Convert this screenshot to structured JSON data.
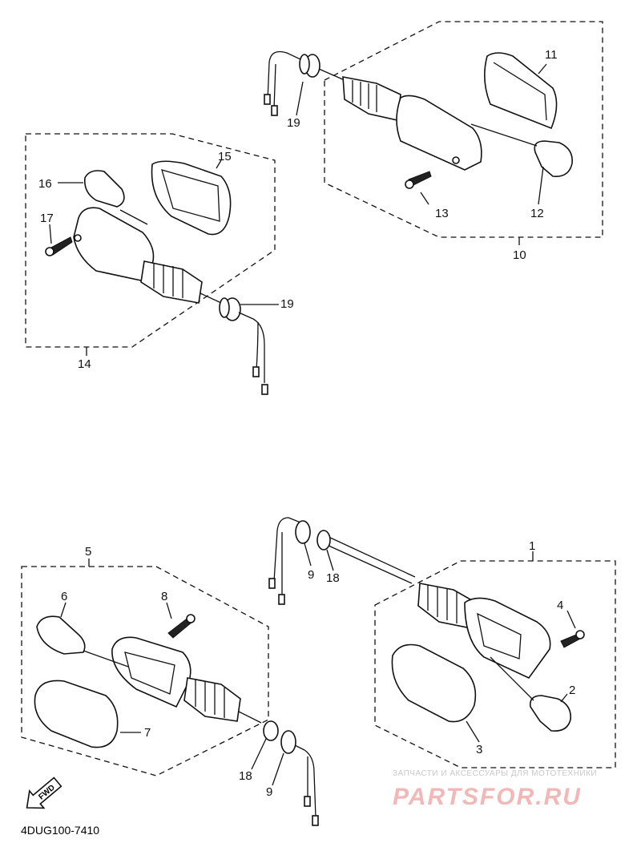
{
  "diagram_code": "4DUG100-7410",
  "fwd_label": "FWD",
  "watermark": {
    "subtitle": "ЗАПЧАСТИ И АКСЕССУАРЫ ДЛЯ МОТОТЕХНИКИ",
    "brand": "PARTSFOR.RU"
  },
  "callouts": {
    "c1": "1",
    "c2": "2",
    "c3": "3",
    "c4": "4",
    "c5": "5",
    "c6": "6",
    "c7": "7",
    "c8": "8",
    "c9a": "9",
    "c9b": "9",
    "c10": "10",
    "c11": "11",
    "c12": "12",
    "c13": "13",
    "c14": "14",
    "c15": "15",
    "c16": "16",
    "c17": "17",
    "c18a": "18",
    "c18b": "18",
    "c19a": "19",
    "c19b": "19"
  }
}
